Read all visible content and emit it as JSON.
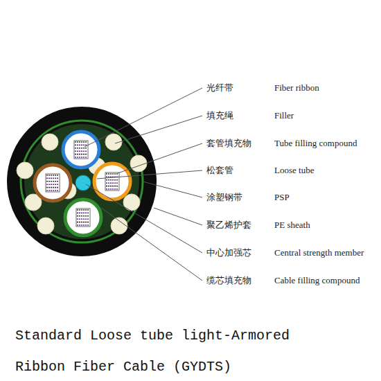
{
  "diagram": {
    "caption": "Standard Loose tube light-Armored Ribbon Fiber Cable (GYDTS)",
    "labels": [
      "光纤带",
      "Fiber ribbon",
      "填充绳",
      "Filler",
      "套管填充物",
      "Tube filling compound",
      "松套管",
      "Loose tube",
      "涂塑钢带",
      "PSP",
      "聚乙烯护套",
      "PE sheath",
      "中心加强芯",
      "Central strength member",
      "缆芯填充物",
      "Cable filling compound"
    ]
  }
}
